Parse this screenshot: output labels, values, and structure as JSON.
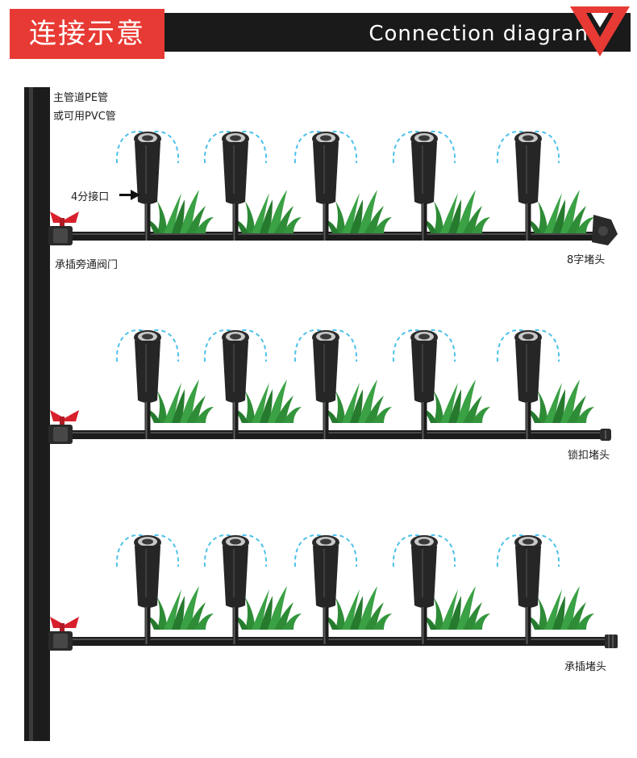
{
  "header": {
    "title_cn": "连接示意",
    "title_en": "Connection diagran"
  },
  "labels": {
    "main_pipe_line1": "主管道PE管",
    "main_pipe_line2": "或可用PVC管",
    "interface": "4分接口",
    "valve": "承插旁通阀门",
    "end_cap_1": "8字堵头",
    "end_cap_2": "锁扣堵头",
    "end_cap_3": "承插堵头"
  },
  "colors": {
    "pipe": "#1c1c1c",
    "banner": "#1a1a1a",
    "accent": "#e83a34",
    "water_arc": "#4ec1ea",
    "grass": "#2e9a3a",
    "valve": "#d8202c"
  },
  "rows": [
    {
      "sprinkler_count": 5,
      "end_cap": "figure-8 end cap"
    },
    {
      "sprinkler_count": 5,
      "end_cap": "lock end cap"
    },
    {
      "sprinkler_count": 5,
      "end_cap": "socket end cap"
    }
  ]
}
